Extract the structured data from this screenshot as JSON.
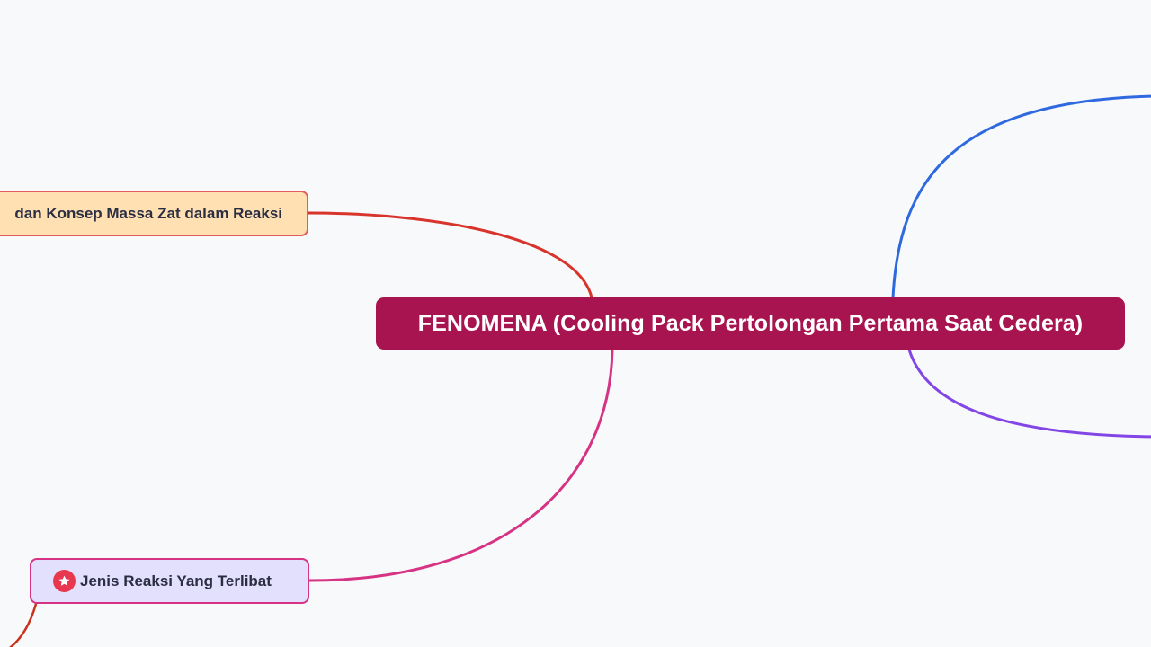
{
  "mindmap": {
    "central_topic": "FENOMENA (Cooling Pack Pertolongan Pertama Saat Cedera)",
    "topics": [
      {
        "label": "dan Konsep Massa Zat dalam Reaksi",
        "icon": ""
      },
      {
        "label": "Jenis Reaksi Yang Terlibat",
        "icon": "star-icon"
      }
    ]
  },
  "colors": {
    "background": "#f7f9fb",
    "central_fill": "#a8144f",
    "branch_red": "#d8342c",
    "branch_pink": "#d63384",
    "branch_blue": "#2f69e0",
    "branch_purple": "#8346e6",
    "topic_1_fill": "#ffe0b3",
    "topic_2_fill": "#e2e0fc",
    "star_icon": "#e8384f"
  }
}
